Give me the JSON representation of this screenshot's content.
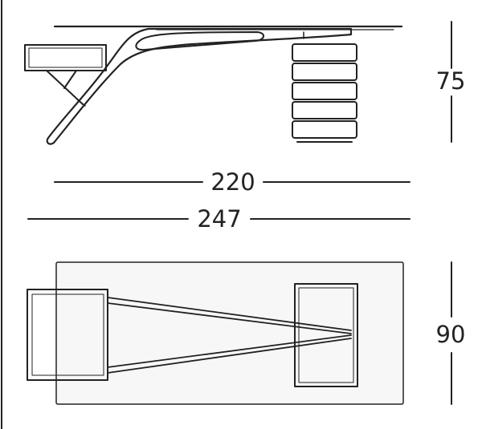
{
  "dimensions": {
    "height": "75",
    "length_inner": "220",
    "length_overall": "247",
    "depth": "90"
  },
  "colors": {
    "line": "#222222",
    "background": "#ffffff",
    "panel_fill": "#f7f7f7"
  }
}
